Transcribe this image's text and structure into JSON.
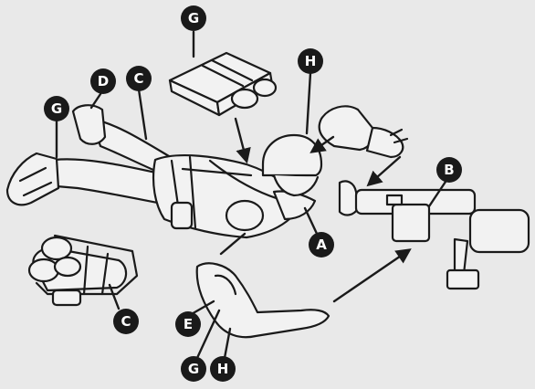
{
  "diagram": {
    "colors": {
      "background": "#e9e9e9",
      "part_fill": "#f2f2f2",
      "outline": "#1a1a1a",
      "badge": "#1a1a1a",
      "badge_text": "#ffffff"
    },
    "labels": [
      {
        "id": "g-top",
        "text": "G"
      },
      {
        "id": "h-top",
        "text": "H"
      },
      {
        "id": "d",
        "text": "D"
      },
      {
        "id": "c-top",
        "text": "C"
      },
      {
        "id": "g-left",
        "text": "G"
      },
      {
        "id": "b",
        "text": "B"
      },
      {
        "id": "a",
        "text": "A"
      },
      {
        "id": "c-bottom",
        "text": "C"
      },
      {
        "id": "e",
        "text": "E"
      },
      {
        "id": "g-bottom",
        "text": "G"
      },
      {
        "id": "h-bottom",
        "text": "H"
      }
    ]
  }
}
